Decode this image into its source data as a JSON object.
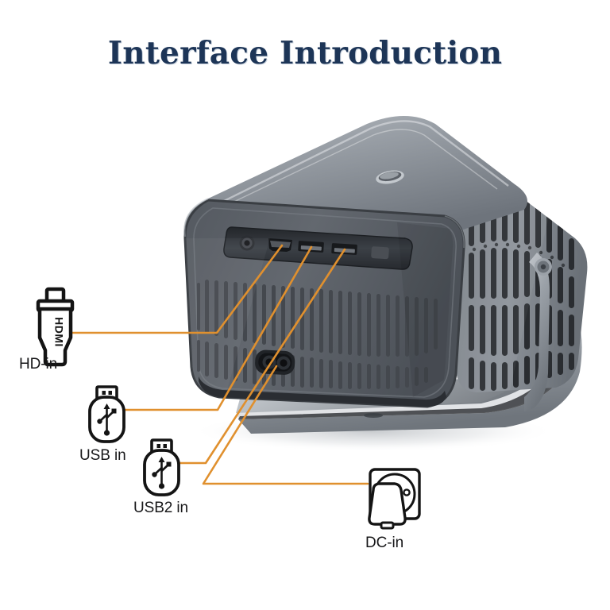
{
  "page": {
    "title": "Interface Introduction",
    "background_color": "#ffffff",
    "title_color": "#1d3557",
    "leader_color": "#e0902e",
    "icon_stroke_color": "#1a1a1a",
    "label_color": "#18181a"
  },
  "product": {
    "name": "portable-projector",
    "view": "rear three-quarter",
    "body_color": "#5a5f66",
    "body_dark_color": "#2f3338",
    "stand_color": "#7d838b",
    "features": [
      "top indicator oval",
      "port recess panel",
      "rear ventilation slots",
      "side exhaust grille",
      "stand pivot screw",
      "curved metal stand"
    ]
  },
  "ports": [
    {
      "id": "audio",
      "name": "audio-jack-port",
      "shape": "round"
    },
    {
      "id": "hdmi",
      "name": "hdmi-port",
      "shape": "hdmi"
    },
    {
      "id": "usb1",
      "name": "usb-port-1",
      "shape": "usb"
    },
    {
      "id": "usb2",
      "name": "usb-port-2",
      "shape": "usb"
    },
    {
      "id": "dcin",
      "name": "dc-power-inlet",
      "shape": "figure-eight"
    }
  ],
  "callouts": [
    {
      "id": "hd-in",
      "label": "HD-in",
      "icon": "hdmi-connector-icon",
      "icon_text": "HDMI",
      "target_port": "hdmi"
    },
    {
      "id": "usb-in",
      "label": "USB in",
      "icon": "usb-drive-icon",
      "icon_text": "",
      "target_port": "usb1"
    },
    {
      "id": "usb2-in",
      "label": "USB2 in",
      "icon": "usb-drive-icon",
      "icon_text": "",
      "target_port": "usb2"
    },
    {
      "id": "dc-in",
      "label": "DC-in",
      "icon": "power-socket-plug-icon",
      "icon_text": "",
      "target_port": "dcin"
    }
  ]
}
